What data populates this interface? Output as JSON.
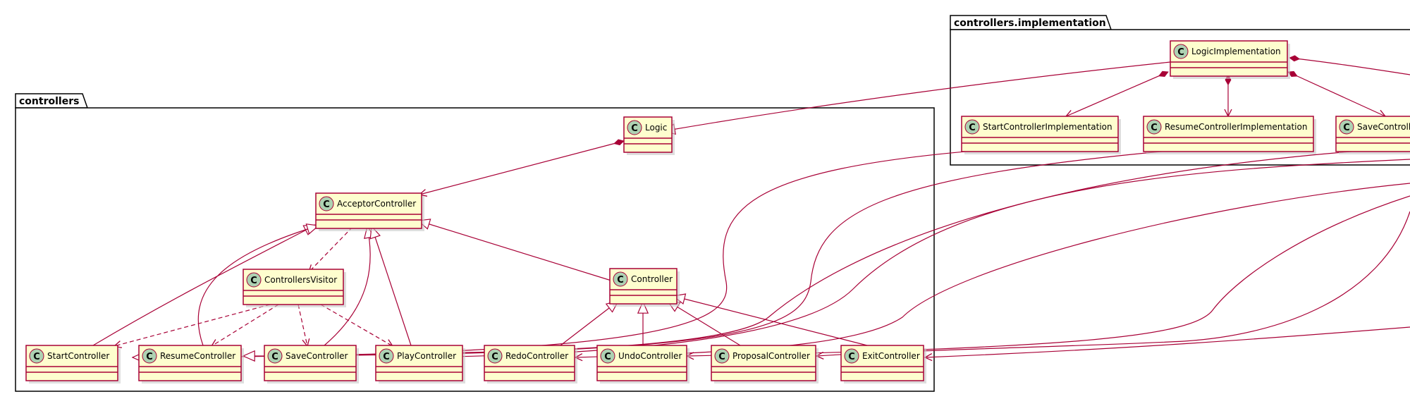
{
  "diagram": {
    "packages": [
      {
        "id": "controllers",
        "label": "controllers"
      },
      {
        "id": "controllers_impl",
        "label": "controllers.implementation"
      }
    ],
    "classes": [
      {
        "id": "Logic",
        "label": "Logic",
        "stereotype": "C"
      },
      {
        "id": "AcceptorController",
        "label": "AcceptorController",
        "stereotype": "C"
      },
      {
        "id": "ControllersVisitor",
        "label": "ControllersVisitor",
        "stereotype": "C"
      },
      {
        "id": "Controller",
        "label": "Controller",
        "stereotype": "C"
      },
      {
        "id": "StartController",
        "label": "StartController",
        "stereotype": "C"
      },
      {
        "id": "ResumeController",
        "label": "ResumeController",
        "stereotype": "C"
      },
      {
        "id": "SaveController",
        "label": "SaveController",
        "stereotype": "C"
      },
      {
        "id": "PlayController",
        "label": "PlayController",
        "stereotype": "C"
      },
      {
        "id": "RedoController",
        "label": "RedoController",
        "stereotype": "C"
      },
      {
        "id": "UndoController",
        "label": "UndoController",
        "stereotype": "C"
      },
      {
        "id": "ProposalController",
        "label": "ProposalController",
        "stereotype": "C"
      },
      {
        "id": "ExitController",
        "label": "ExitController",
        "stereotype": "C"
      },
      {
        "id": "LogicImplementation",
        "label": "LogicImplementation",
        "stereotype": "C"
      },
      {
        "id": "StartControllerImplementation",
        "label": "StartControllerImplementation",
        "stereotype": "C"
      },
      {
        "id": "ResumeControllerImplementation",
        "label": "ResumeControllerImplementation",
        "stereotype": "C"
      },
      {
        "id": "SaveControllerImpl",
        "label": "SaveControll",
        "stereotype": "C"
      }
    ],
    "relations": [
      {
        "from": "LogicImplementation",
        "to": "Logic",
        "kind": "realization"
      },
      {
        "from": "Logic",
        "to": "AcceptorController",
        "kind": "composition"
      },
      {
        "from": "AcceptorController",
        "to": "ControllersVisitor",
        "kind": "dependency"
      },
      {
        "from": "Controller",
        "to": "AcceptorController",
        "kind": "inheritance"
      },
      {
        "from": "StartController",
        "to": "AcceptorController",
        "kind": "inheritance"
      },
      {
        "from": "ResumeController",
        "to": "AcceptorController",
        "kind": "inheritance"
      },
      {
        "from": "SaveController",
        "to": "AcceptorController",
        "kind": "inheritance"
      },
      {
        "from": "PlayController",
        "to": "AcceptorController",
        "kind": "inheritance"
      },
      {
        "from": "ControllersVisitor",
        "to": "StartController",
        "kind": "dependency"
      },
      {
        "from": "ControllersVisitor",
        "to": "ResumeController",
        "kind": "dependency"
      },
      {
        "from": "ControllersVisitor",
        "to": "SaveController",
        "kind": "dependency"
      },
      {
        "from": "ControllersVisitor",
        "to": "PlayController",
        "kind": "dependency"
      },
      {
        "from": "RedoController",
        "to": "Controller",
        "kind": "inheritance"
      },
      {
        "from": "UndoController",
        "to": "Controller",
        "kind": "inheritance"
      },
      {
        "from": "ProposalController",
        "to": "Controller",
        "kind": "inheritance"
      },
      {
        "from": "ExitController",
        "to": "Controller",
        "kind": "inheritance"
      },
      {
        "from": "LogicImplementation",
        "to": "StartControllerImplementation",
        "kind": "composition"
      },
      {
        "from": "LogicImplementation",
        "to": "ResumeControllerImplementation",
        "kind": "composition"
      },
      {
        "from": "LogicImplementation",
        "to": "SaveControllerImpl",
        "kind": "composition"
      },
      {
        "from": "StartControllerImplementation",
        "to": "StartController",
        "kind": "realization"
      },
      {
        "from": "ResumeControllerImplementation",
        "to": "ResumeController",
        "kind": "realization"
      },
      {
        "from": "SaveControllerImpl",
        "to": "SaveController",
        "kind": "realization"
      },
      {
        "from": "offscreen",
        "to": "PlayController",
        "kind": "realization"
      },
      {
        "from": "offscreen",
        "to": "RedoController",
        "kind": "association"
      },
      {
        "from": "offscreen",
        "to": "UndoController",
        "kind": "association"
      },
      {
        "from": "offscreen",
        "to": "ProposalController",
        "kind": "association"
      },
      {
        "from": "offscreen",
        "to": "ExitController",
        "kind": "association"
      }
    ]
  },
  "colors": {
    "class_fill": "#FEFECE",
    "class_border": "#A80036",
    "badge_fill": "#ADD1B2",
    "edge": "#A80036",
    "package_border": "#000000"
  }
}
